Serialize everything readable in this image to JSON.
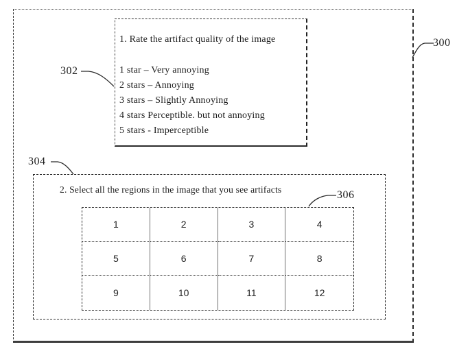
{
  "figure_labels": {
    "outer_box": "300",
    "rating_box": "302",
    "region_panel": "304",
    "region_grid": "306"
  },
  "rating_box": {
    "title": "1. Rate the artifact quality of the image",
    "options": [
      "1 star – Very annoying",
      "2 stars – Annoying",
      "3 stars – Slightly Annoying",
      "4 stars Perceptible. but not annoying",
      "5 stars - Imperceptible"
    ]
  },
  "region_panel": {
    "instruction": "2. Select all the regions in the image that you see artifacts",
    "cells": [
      "1",
      "2",
      "3",
      "4",
      "5",
      "6",
      "7",
      "8",
      "9",
      "10",
      "11",
      "12"
    ]
  },
  "colors": {
    "ink": "#1c1c1c",
    "line": "#2a2a2a"
  }
}
